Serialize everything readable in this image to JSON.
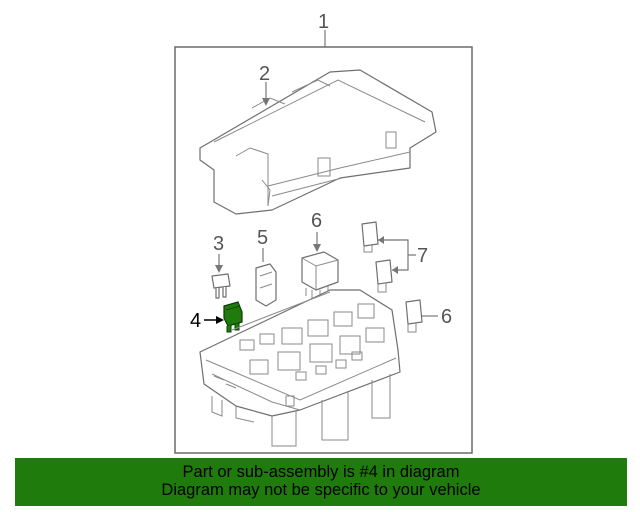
{
  "callouts": {
    "c1": "1",
    "c2": "2",
    "c3": "3",
    "c4": "4",
    "c5": "5",
    "c6a": "6",
    "c6b": "6",
    "c7": "7"
  },
  "banner": {
    "line1": "Part or sub-assembly is #4 in diagram",
    "line2": "Diagram may not be specific to your vehicle"
  },
  "colors": {
    "banner_bg": "#1e7b0c",
    "highlight_part": "#1e7b0c"
  }
}
